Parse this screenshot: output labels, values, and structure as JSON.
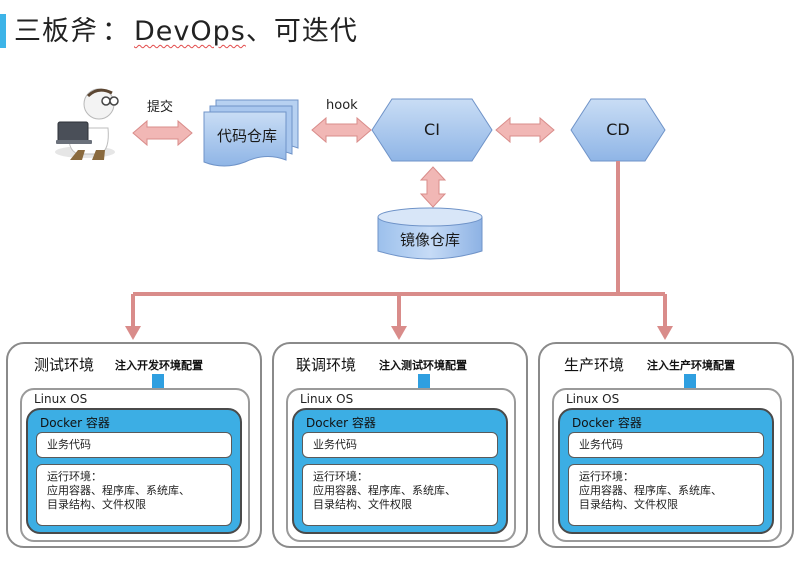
{
  "title": {
    "main": "三板斧",
    "sep": "：",
    "tech": "DevOps",
    "rest": "、可迭代"
  },
  "flow": {
    "commit_label": "提交",
    "hook_label": "hook",
    "repo_label": "代码仓库",
    "ci_label": "CI",
    "cd_label": "CD",
    "image_repo_label": "镜像仓库"
  },
  "environments": [
    {
      "name": "测试环境",
      "inject": "注入开发环境配置",
      "os": "Linux OS",
      "docker": "Docker 容器",
      "code": "业务代码",
      "runtime": [
        "运行环境：",
        "应用容器、程序库、系统库、",
        "目录结构、文件权限"
      ]
    },
    {
      "name": "联调环境",
      "inject": "注入测试环境配置",
      "os": "Linux OS",
      "docker": "Docker 容器",
      "code": "业务代码",
      "runtime": [
        "运行环境：",
        "应用容器、程序库、系统库、",
        "目录结构、文件权限"
      ]
    },
    {
      "name": "生产环境",
      "inject": "注入生产环境配置",
      "os": "Linux OS",
      "docker": "Docker 容器",
      "code": "业务代码",
      "runtime": [
        "运行环境：",
        "应用容器、程序库、系统库、",
        "目录结构、文件权限"
      ]
    }
  ],
  "colors": {
    "accent": "#3db4e8",
    "node_fill": "#a9c9ee",
    "arrow_pink": "#f1b7b5",
    "trunk_line": "#d98c8a",
    "down_arrow": "#2f9fe0"
  },
  "icons": {
    "developer": "developer-laptop-icon"
  }
}
